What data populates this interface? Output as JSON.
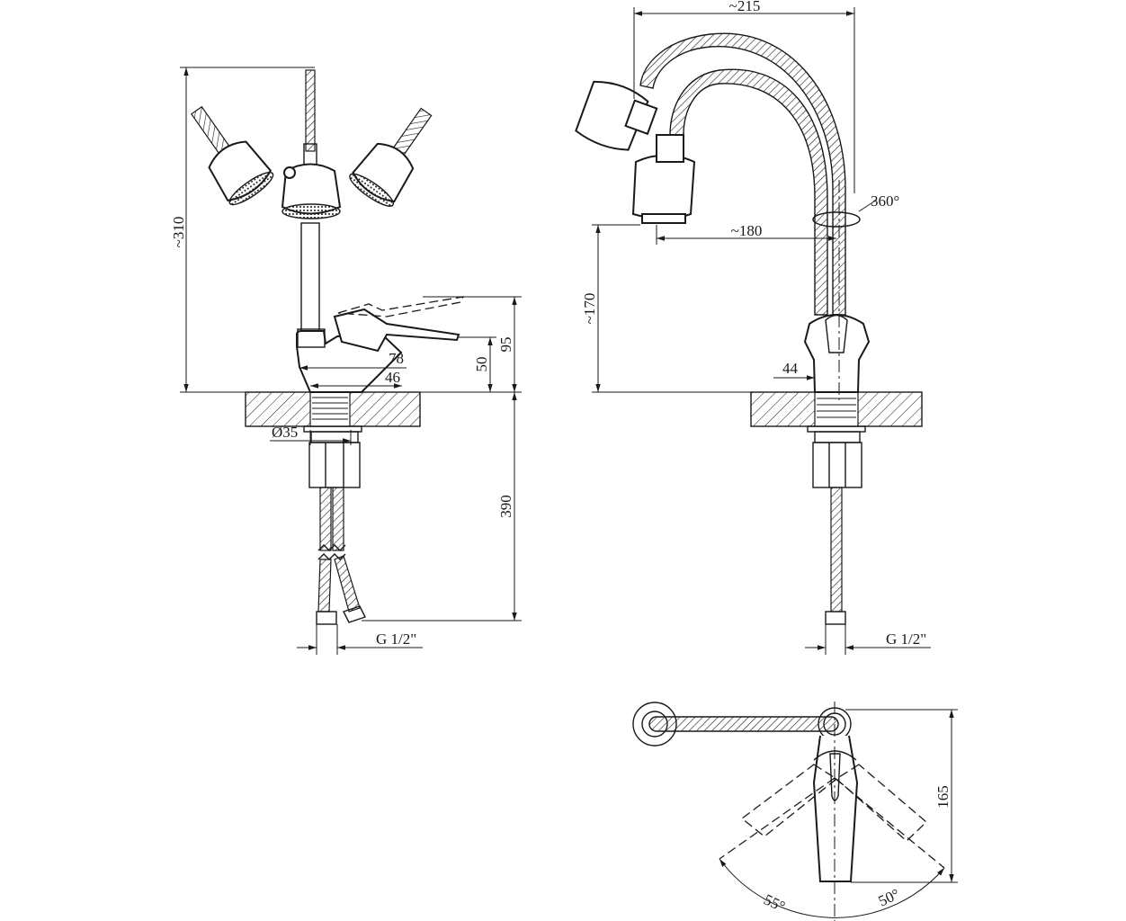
{
  "drawing": {
    "title": "Faucet with flexible spout — dimensional drawing",
    "side_view": {
      "height_total": "~310",
      "lever_width": "78",
      "base_width": "46",
      "lever_height": "50",
      "body_height": "95",
      "mount_diameter": "Ø35",
      "hose_length": "390",
      "thread": "G 1/2\""
    },
    "front_view": {
      "total_width": "~215",
      "rotation": "360°",
      "spout_reach": "~180",
      "spout_height": "~170",
      "base_width": "44",
      "thread": "G 1/2\""
    },
    "top_view": {
      "depth": "165",
      "angle_left": "55°",
      "angle_right": "50°"
    }
  }
}
